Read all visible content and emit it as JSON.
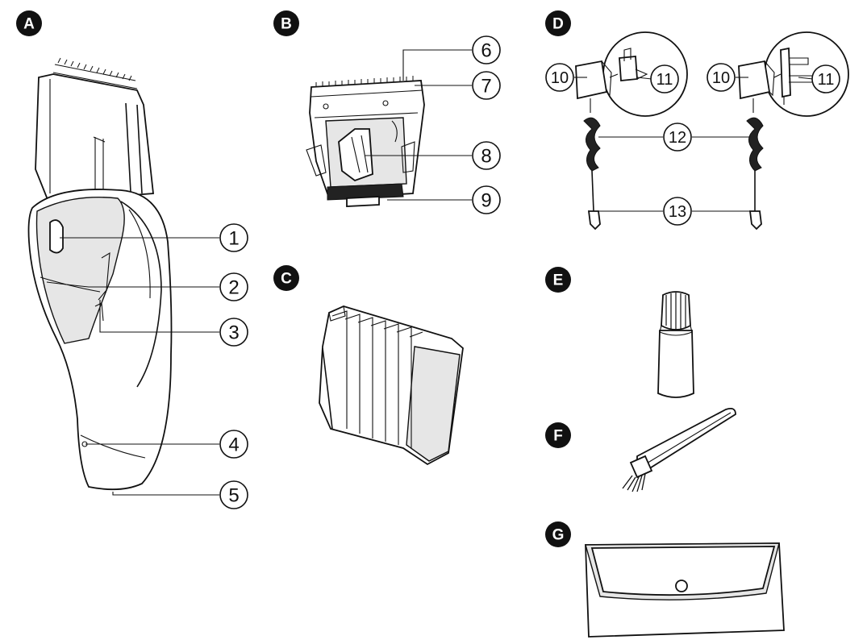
{
  "sections": {
    "A": "A",
    "B": "B",
    "C": "C",
    "D": "D",
    "E": "E",
    "F": "F",
    "G": "G"
  },
  "callouts": {
    "n1": "1",
    "n2": "2",
    "n3": "3",
    "n4": "4",
    "n5": "5",
    "n6": "6",
    "n7": "7",
    "n8": "8",
    "n9": "9",
    "n10a": "10",
    "n11a": "11",
    "n10b": "10",
    "n11b": "11",
    "n12": "12",
    "n13": "13"
  }
}
